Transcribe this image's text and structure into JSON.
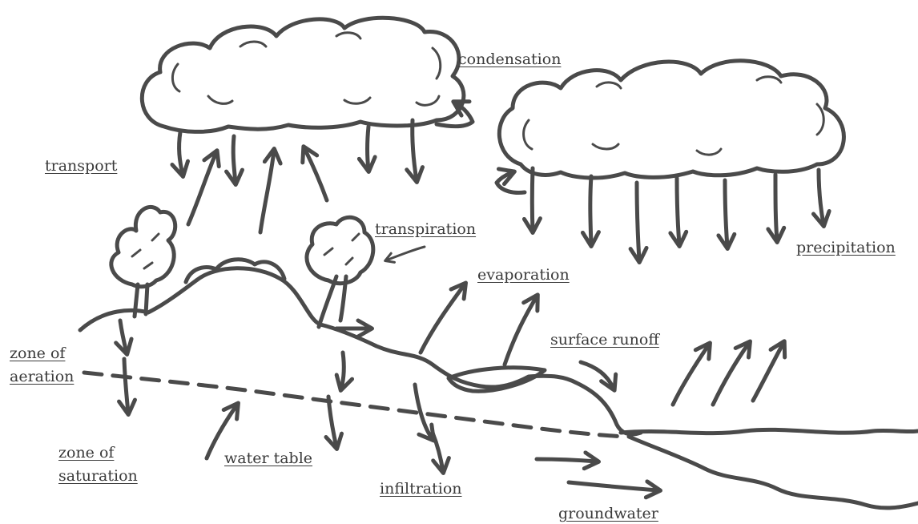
{
  "labels": {
    "condensation": "condensation",
    "transport": "transport",
    "transpiration": "transpiration",
    "precipitation": "precipitation",
    "evaporation": "evaporation",
    "surface_runoff": "surface runoff",
    "zone_of_aeration": [
      "zone of",
      "aeration"
    ],
    "zone_of_saturation": [
      "zone of",
      "saturation"
    ],
    "water_table": "water table",
    "infiltration": "infiltration",
    "groundwater": "groundwater"
  },
  "colors": {
    "ink": "#4a4a4a",
    "background": "#ffffff"
  }
}
